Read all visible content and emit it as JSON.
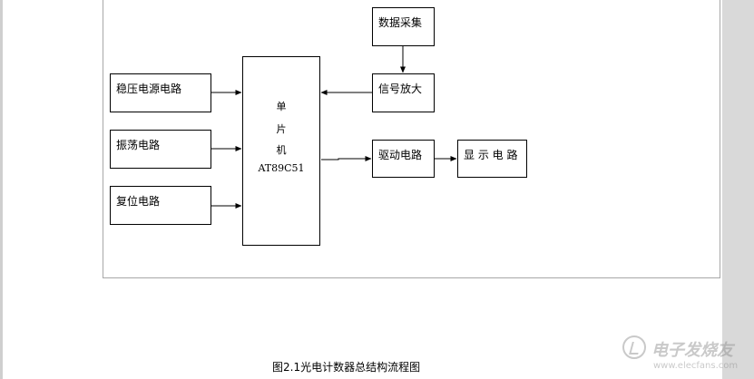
{
  "diagram": {
    "blocks": {
      "data_acquisition": "数据采集",
      "signal_amplifier": "信号放大",
      "power_regulator": "稳压电源电路",
      "oscillator": "振荡电路",
      "reset": "复位电路",
      "driver": "驱动电路",
      "display": "显 示 电 路"
    },
    "mcu": {
      "char1": "单",
      "char2": "片",
      "char3": "机",
      "model": "AT89C51"
    }
  },
  "caption": "图2.1光电计数器总结构流程图",
  "watermark": {
    "name": "电子发烧友",
    "url": "www.elecfans.com"
  }
}
